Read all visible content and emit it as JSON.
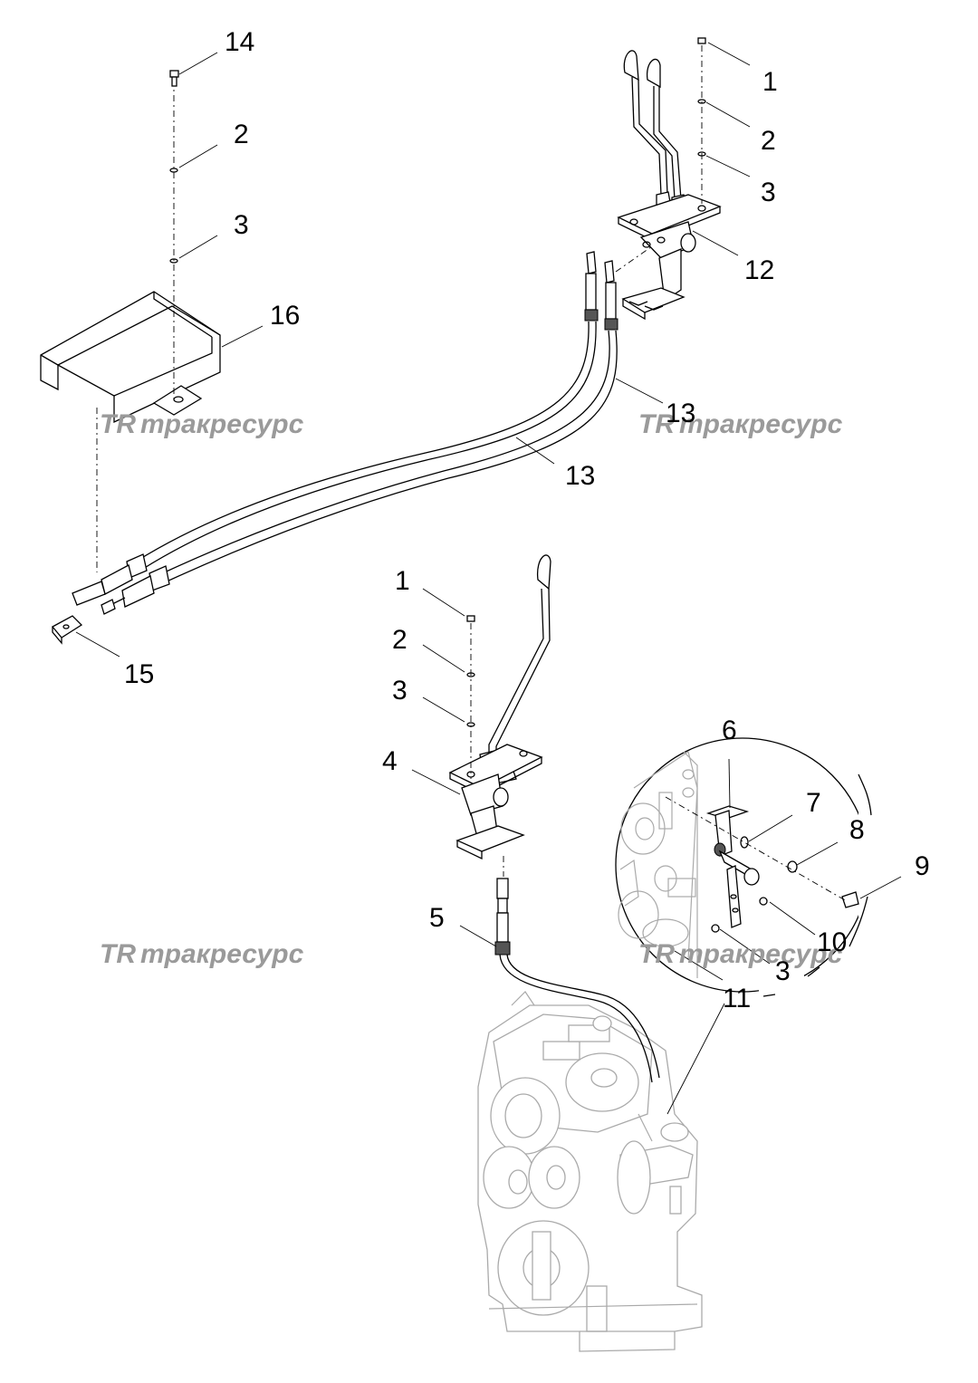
{
  "diagram": {
    "callouts": [
      {
        "id": "c14-top",
        "text": "14"
      },
      {
        "id": "c2-left",
        "text": "2"
      },
      {
        "id": "c3-left",
        "text": "3"
      },
      {
        "id": "c16",
        "text": "16"
      },
      {
        "id": "c1-top-right",
        "text": "1"
      },
      {
        "id": "c2-top-right",
        "text": "2"
      },
      {
        "id": "c3-top-right",
        "text": "3"
      },
      {
        "id": "c12",
        "text": "12"
      },
      {
        "id": "c13-right",
        "text": "13"
      },
      {
        "id": "c13-mid",
        "text": "13"
      },
      {
        "id": "c1-mid",
        "text": "1"
      },
      {
        "id": "c2-mid",
        "text": "2"
      },
      {
        "id": "c3-mid",
        "text": "3"
      },
      {
        "id": "c15",
        "text": "15"
      },
      {
        "id": "c4",
        "text": "4"
      },
      {
        "id": "c5",
        "text": "5"
      },
      {
        "id": "c6",
        "text": "6"
      },
      {
        "id": "c7",
        "text": "7"
      },
      {
        "id": "c8",
        "text": "8"
      },
      {
        "id": "c9",
        "text": "9"
      },
      {
        "id": "c10",
        "text": "10"
      },
      {
        "id": "c3-detail",
        "text": "3"
      },
      {
        "id": "c11",
        "text": "11"
      }
    ],
    "watermark": {
      "logo": "TR",
      "text": "тракресурс"
    }
  }
}
